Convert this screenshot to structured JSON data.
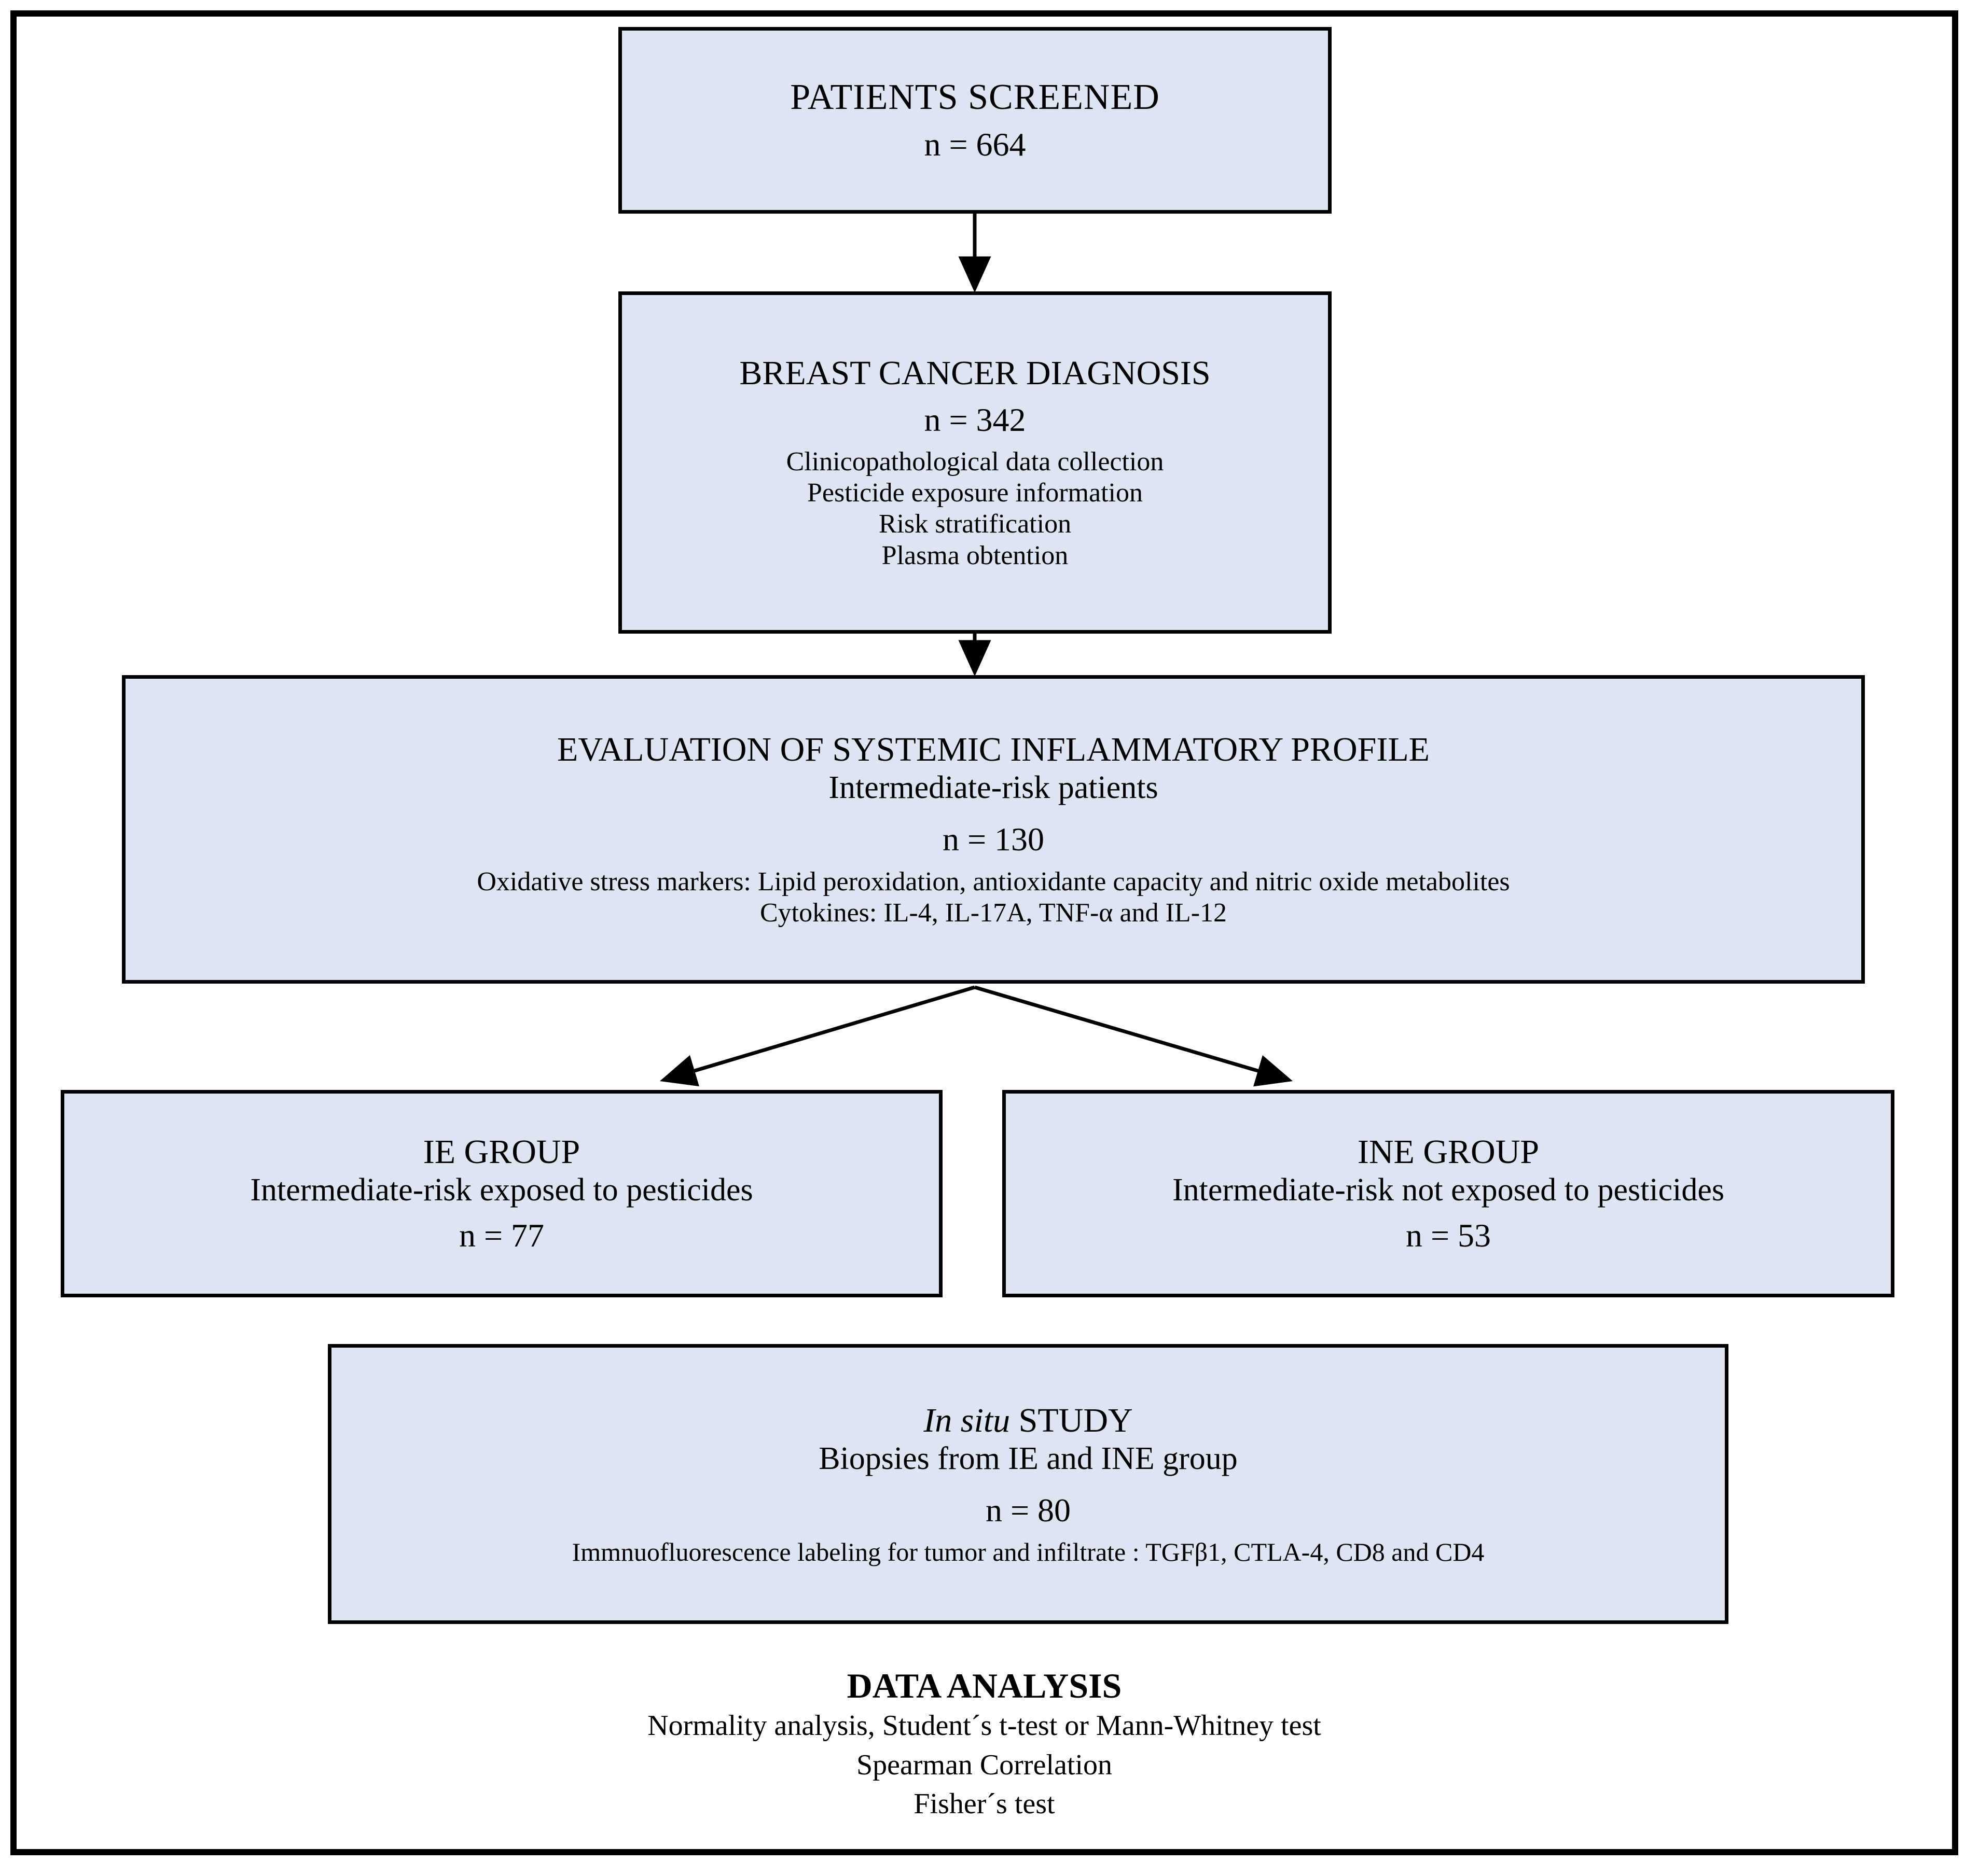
{
  "diagram": {
    "type": "flowchart",
    "title": "Study design flowchart",
    "colors": {
      "box_fill": "#dce5f1",
      "box_border": "#000000",
      "frame_border": "#000000",
      "text": "#000000",
      "background": "#ffffff"
    },
    "nodes": {
      "screened": {
        "title": "PATIENTS SCREENED",
        "count": "n = 664"
      },
      "diagnosis": {
        "title": "BREAST CANCER DIAGNOSIS",
        "count": "n = 342",
        "details": [
          "Clinicopathological  data collection",
          "Pesticide exposure information",
          "Risk stratification",
          "Plasma obtention"
        ]
      },
      "evaluation": {
        "title": "EVALUATION OF SYSTEMIC INFLAMMATORY  PROFILE",
        "subtitle": "Intermediate-risk  patients",
        "count": "n = 130",
        "details": [
          "Oxidative stress markers: Lipid  peroxidation,  antioxidante  capacity and nitric  oxide metabolites",
          "Cytokines:  IL-4, IL-17A, TNF-α and IL-12"
        ]
      },
      "ie_group": {
        "title": "IE GROUP",
        "subtitle": "Intermediate-risk  exposed to pesticides",
        "count": "n = 77"
      },
      "ine_group": {
        "title": "INE GROUP",
        "subtitle": "Intermediate-risk  not exposed to pesticides",
        "count": "n = 53"
      },
      "in_situ": {
        "title_italic": "In situ",
        "title_rest": " STUDY",
        "subtitle": "Biopsies from IE and INE group",
        "count": "n = 80",
        "details": [
          "Immnuofluorescence labeling  for tumor  and infiltrate :  TGFβ1, CTLA-4, CD8 and CD4"
        ]
      },
      "data_analysis": {
        "heading": "DATA ANALYSIS",
        "lines": [
          "Normality  analysis, Student´s t-test or Mann-Whitney test",
          "Spearman Correlation",
          "Fisher´s test"
        ]
      }
    },
    "edges": [
      {
        "from": "screened",
        "to": "diagnosis",
        "style": "straight-arrow-down"
      },
      {
        "from": "diagnosis",
        "to": "evaluation",
        "style": "straight-arrow-down"
      },
      {
        "from": "evaluation",
        "to": "ie_group",
        "style": "split-arrow-left"
      },
      {
        "from": "evaluation",
        "to": "ine_group",
        "style": "split-arrow-right"
      }
    ]
  }
}
